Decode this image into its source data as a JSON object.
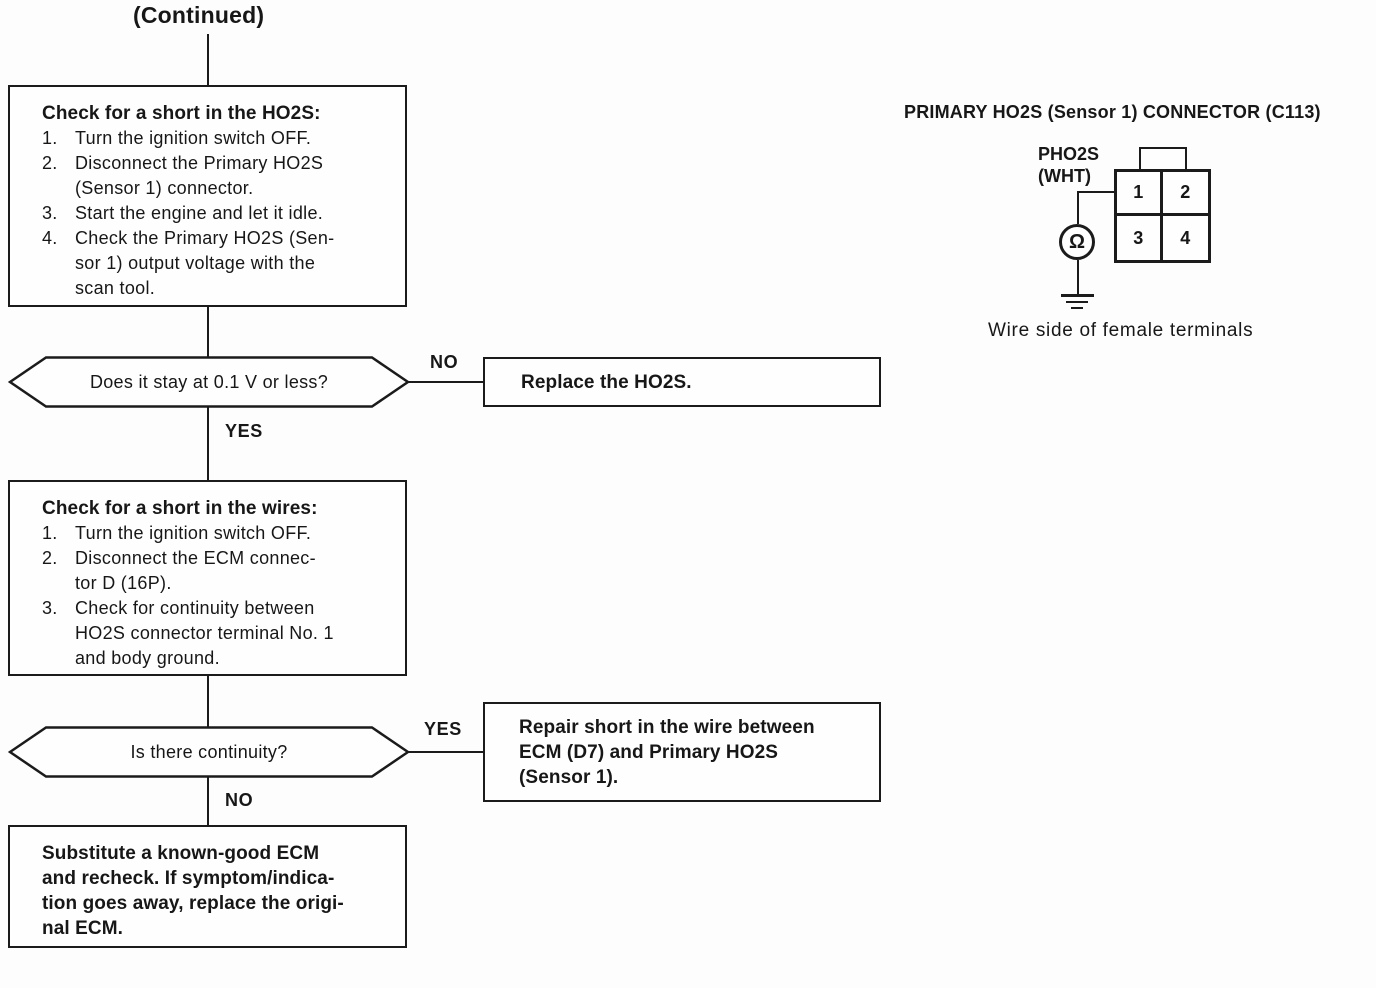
{
  "page": {
    "title": "(Continued)"
  },
  "flowchart": {
    "check_ho2s_box": {
      "heading": "Check for a short in the HO2S:",
      "items": [
        {
          "num": "1.",
          "text": "Turn the ignition switch OFF."
        },
        {
          "num": "2.",
          "text": "Disconnect the Primary HO2S\n(Sensor 1) connector."
        },
        {
          "num": "3.",
          "text": "Start the engine and let it idle."
        },
        {
          "num": "4.",
          "text": "Check the Primary HO2S (Sen-\nsor 1) output voltage with the\nscan tool."
        }
      ]
    },
    "decision_voltage": {
      "question": "Does it stay at 0.1 V or less?",
      "no_label": "NO",
      "yes_label": "YES"
    },
    "replace_box": {
      "text": "Replace the HO2S."
    },
    "check_wires_box": {
      "heading": "Check for a short in the wires:",
      "items": [
        {
          "num": "1.",
          "text": "Turn the ignition switch OFF."
        },
        {
          "num": "2.",
          "text": "Disconnect the ECM connec-\ntor D (16P)."
        },
        {
          "num": "3.",
          "text": "Check for continuity between\nHO2S connector terminal No. 1\nand body ground."
        }
      ]
    },
    "decision_continuity": {
      "question": "Is there continuity?",
      "yes_label": "YES",
      "no_label": "NO"
    },
    "repair_box": {
      "text": "Repair short in the wire between\nECM (D7) and Primary HO2S\n(Sensor 1)."
    },
    "substitute_box": {
      "text": "Substitute a known-good ECM\nand recheck. If symptom/indica-\ntion goes away, replace the origi-\nnal ECM."
    }
  },
  "connector_diagram": {
    "title": "PRIMARY HO2S (Sensor 1) CONNECTOR (C113)",
    "wire_label": "PHO2S\n(WHT)",
    "terminals": [
      "1",
      "2",
      "3",
      "4"
    ],
    "meter_symbol": "Ω",
    "caption": "Wire side of female terminals"
  },
  "colors": {
    "ink": "#1b1b1b",
    "paper": "#fdfdfd"
  }
}
